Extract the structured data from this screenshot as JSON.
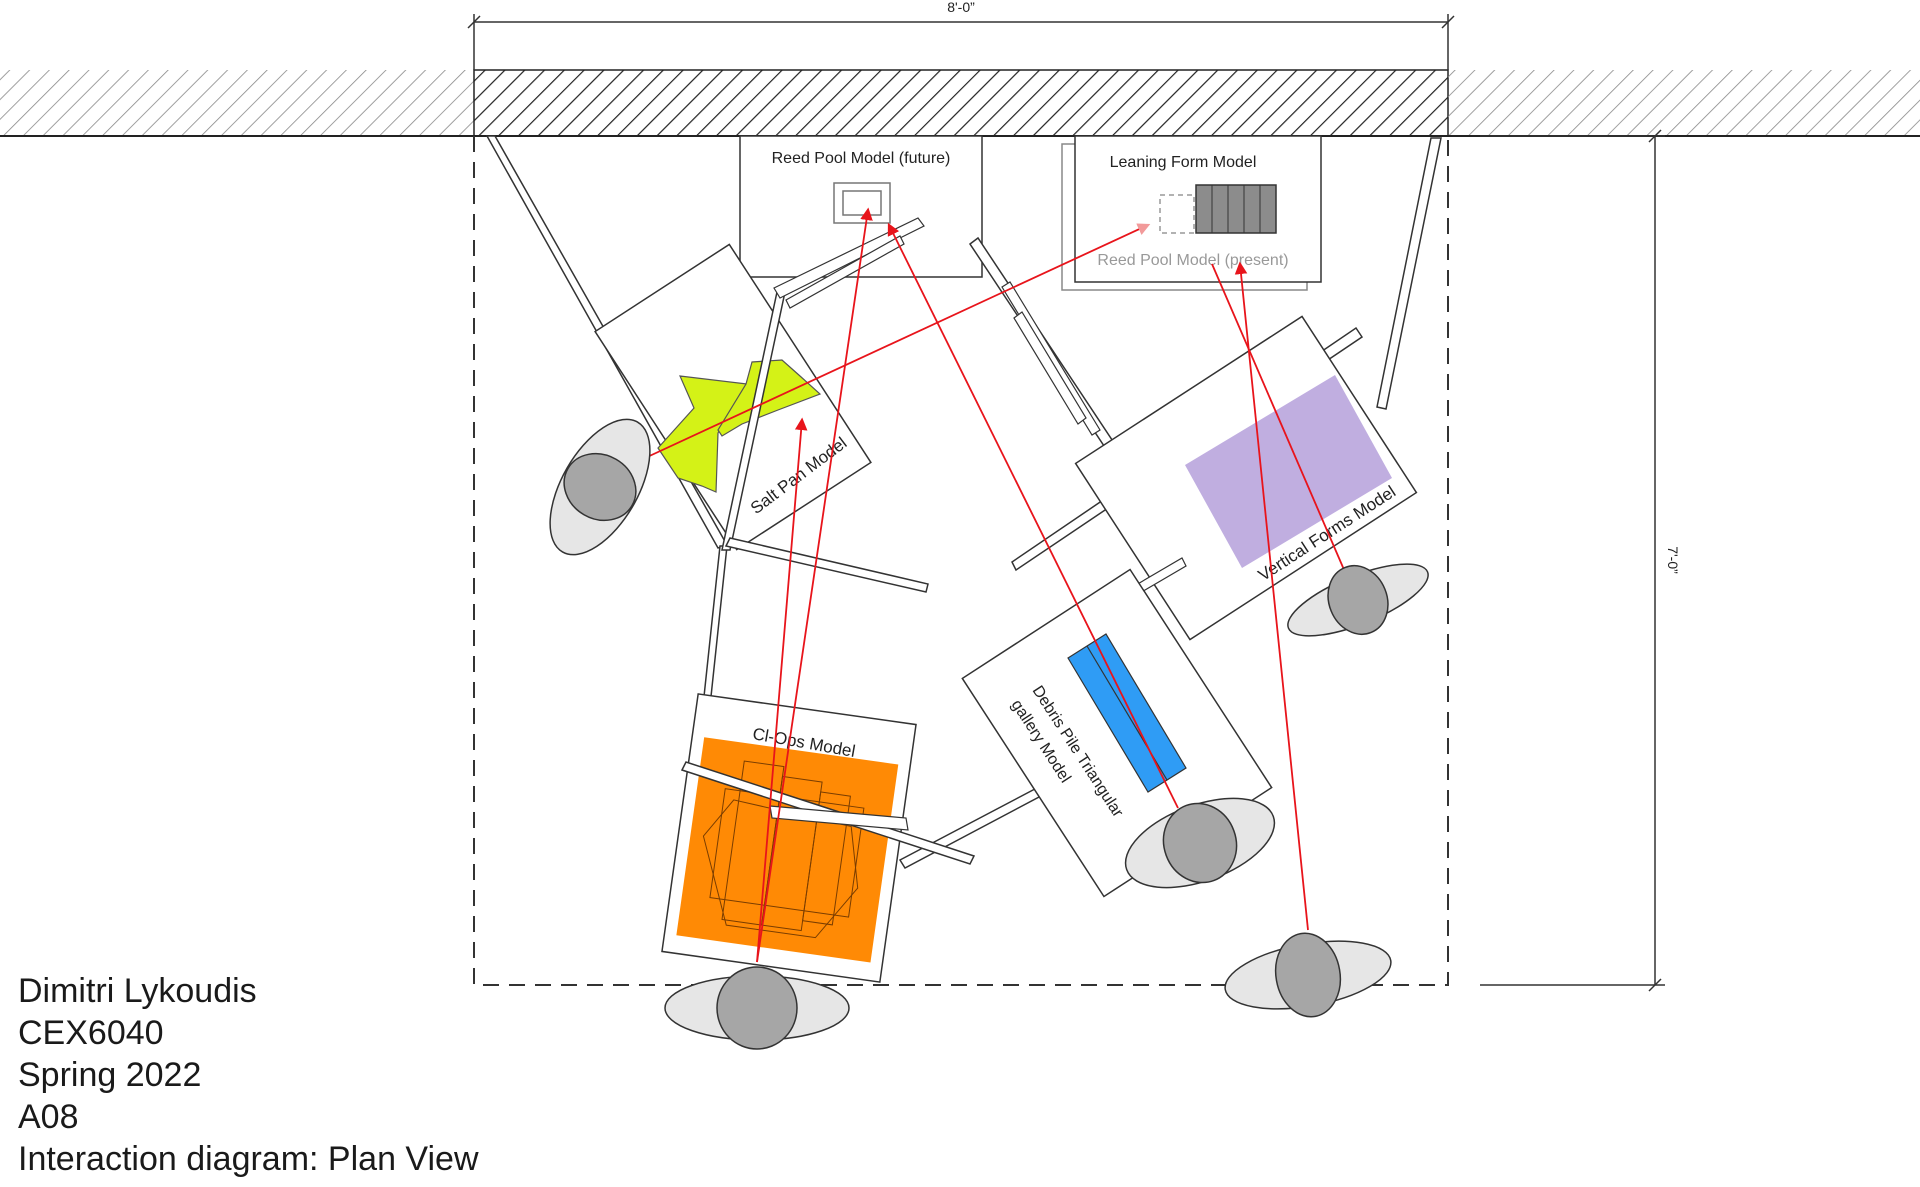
{
  "dimensions": {
    "width_label": "8'-0”",
    "depth_label": "7'-0”"
  },
  "models": {
    "reed_pool_future": "Reed Pool Model (future)",
    "leaning_form": "Leaning Form Model",
    "reed_pool_present": "Reed Pool Model (present)",
    "salt_pan": "Salt Pan Model",
    "vertical_forms": "Vertical Forms Model",
    "debris_pile_line1": "Debris Pile Triangular",
    "debris_pile_line2": "gallery Model",
    "cl_ops": "Cl-Ops Model"
  },
  "credits": {
    "author": "Dimitri Lykoudis",
    "course": "CEX6040",
    "term": "Spring 2022",
    "assignment": "A08",
    "title": "Interaction diagram: Plan  View"
  },
  "colors": {
    "sightline": "#e8141b",
    "salt_pan": "#d4f217",
    "vertical_forms": "#c0aee0",
    "debris_pile": "#2f9cf5",
    "cl_ops": "#ff8a05",
    "viewer_head": "#a6a6a6",
    "viewer_shoulders": "#e6e6e6",
    "leaning_form": "#8c8c8c"
  },
  "viewers": [
    "viewer-left",
    "viewer-bottom-left",
    "viewer-bottom-right",
    "viewer-debris",
    "viewer-right"
  ]
}
